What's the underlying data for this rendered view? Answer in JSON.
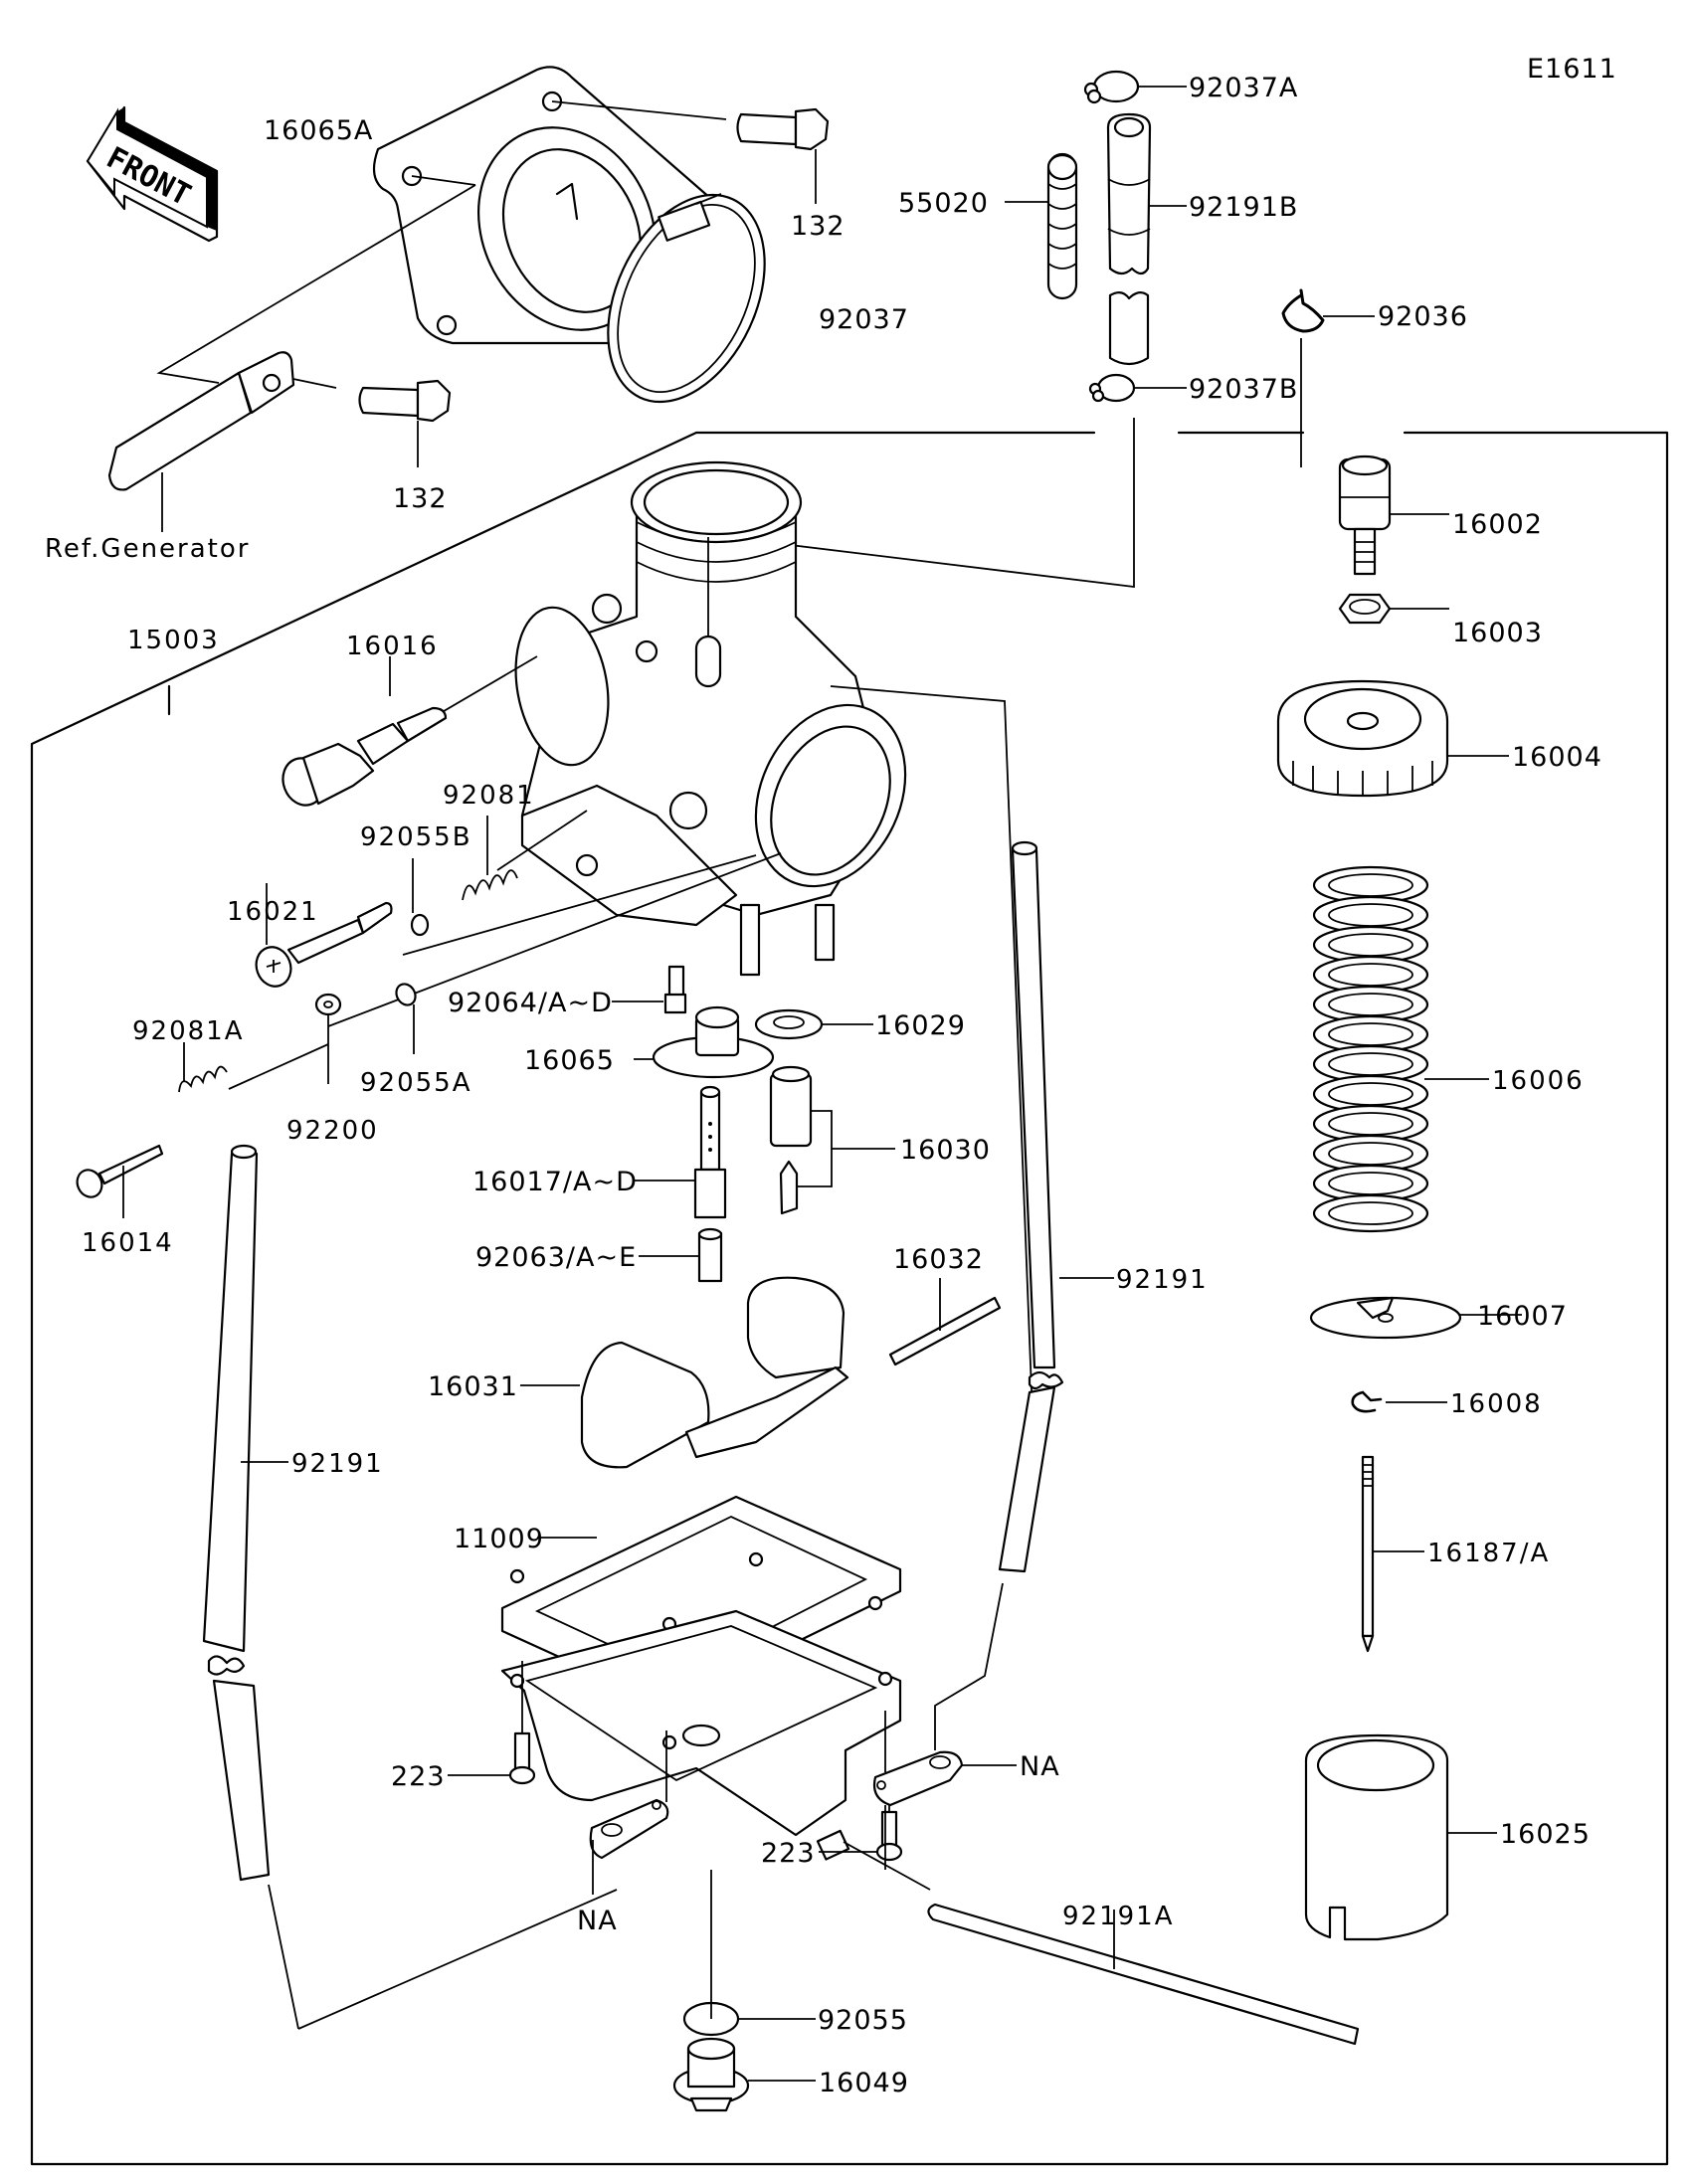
{
  "diagram": {
    "code": "E1611",
    "front_label": "FRONT",
    "reference_note": "Ref.Generator",
    "colors": {
      "line": "#000000",
      "background": "#ffffff"
    }
  },
  "labels": {
    "p16065A": "16065A",
    "p132_top": "132",
    "p132_bottom": "132",
    "p92037": "92037",
    "p92037A": "92037A",
    "p55020": "55020",
    "p92191B": "92191B",
    "p92036": "92036",
    "p92037B": "92037B",
    "p16002": "16002",
    "p16003": "16003",
    "p16004": "16004",
    "p15003": "15003",
    "p16016": "16016",
    "p92081": "92081",
    "p92055B": "92055B",
    "p16021": "16021",
    "p92081A": "92081A",
    "p92055A": "92055A",
    "p92200": "92200",
    "p16014": "16014",
    "p92064": "92064/A~D",
    "p16065": "16065",
    "p16029": "16029",
    "p16030": "16030",
    "p16017": "16017/A~D",
    "p92063": "92063/A~E",
    "p16006": "16006",
    "p16032": "16032",
    "p92191_right": "92191",
    "p16007": "16007",
    "p16031": "16031",
    "p16008": "16008",
    "p92191_left": "92191",
    "p11009": "11009",
    "p16187": "16187/A",
    "pNA_right": "NA",
    "p16025": "16025",
    "p223_left": "223",
    "p92191A": "92191A",
    "p223_right": "223",
    "pNA_left": "NA",
    "p92055": "92055",
    "p16049": "16049"
  }
}
